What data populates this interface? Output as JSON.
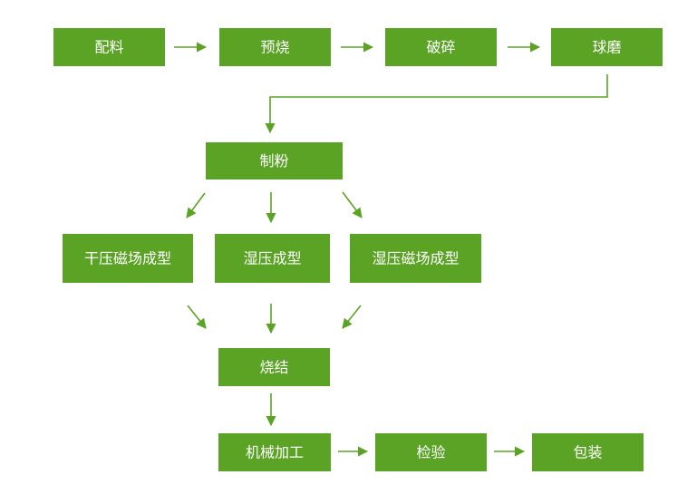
{
  "colors": {
    "node_fill": "#5aa325",
    "node_text": "#ffffff",
    "edge": "#5aa325",
    "background": "#ffffff"
  },
  "steps": {
    "peiliao": "配料",
    "yushao": "预烧",
    "posui": "破碎",
    "qiumo": "球磨",
    "zhifen": "制粉",
    "ganya": "干压磁场成型",
    "shiya": "湿压成型",
    "shiya_cichang": "湿压磁场成型",
    "shaojie": "烧结",
    "jixie": "机械加工",
    "jianyan": "检验",
    "baozhuang": "包装"
  }
}
